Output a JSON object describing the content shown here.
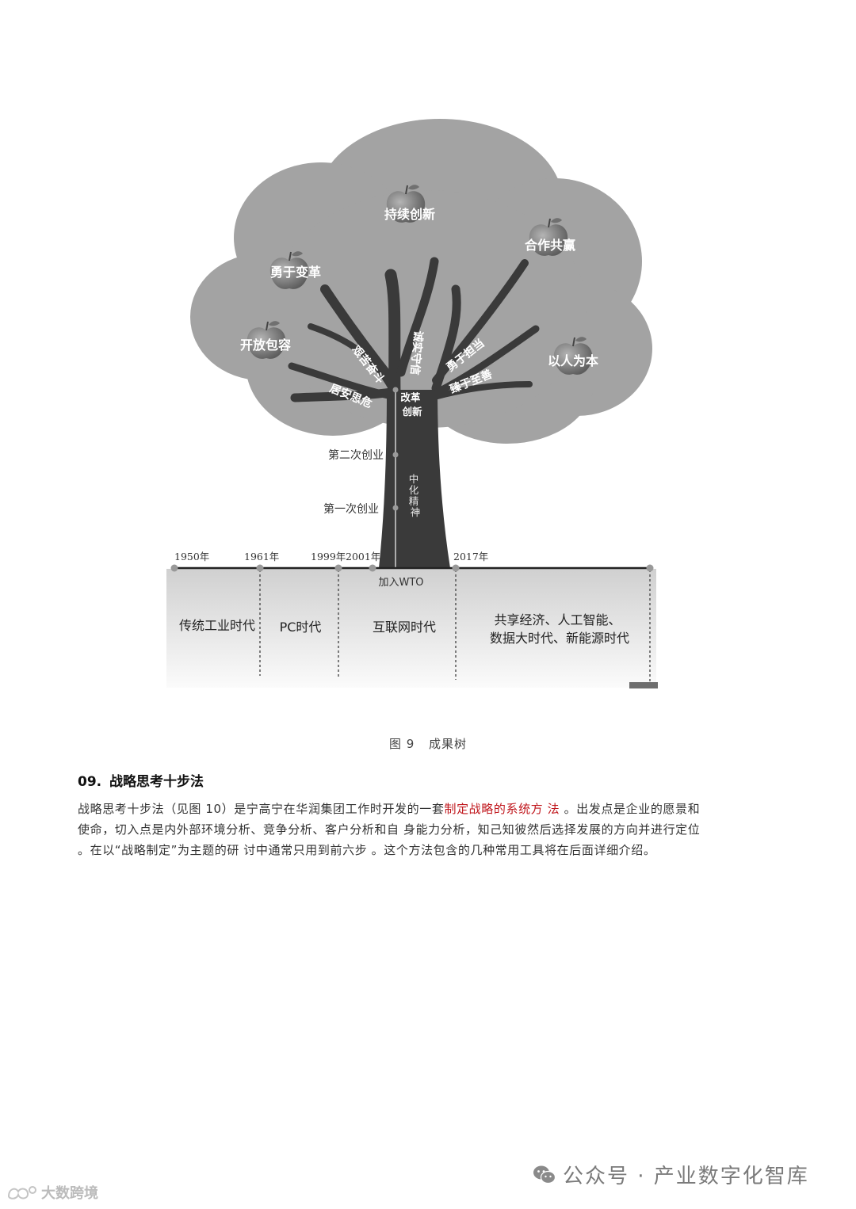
{
  "figure": {
    "apples": [
      {
        "id": "persistent-innovation",
        "label": "持续创新"
      },
      {
        "id": "cooperation",
        "label": "合作共赢"
      },
      {
        "id": "courage-change",
        "label": "勇于变革"
      },
      {
        "id": "openness",
        "label": "开放包容"
      },
      {
        "id": "people-oriented",
        "label": "以人为本"
      }
    ],
    "branches": [
      {
        "id": "hard-work",
        "label": "艰苦奋斗"
      },
      {
        "id": "crisis-awareness",
        "label": "居安思危"
      },
      {
        "id": "compliance",
        "label": "诚实守信"
      },
      {
        "id": "responsibility",
        "label": "勇于担当"
      },
      {
        "id": "excellence",
        "label": "臻于至善"
      }
    ],
    "trunk": {
      "reform": "改革\n创新",
      "spirit": "中化\n精神",
      "second_venture": "第二次创业",
      "first_venture": "第一次创业"
    },
    "timeline": {
      "years": [
        "1950年",
        "1961年",
        "1999年",
        "2001年",
        "2017年"
      ],
      "wto": "加入WTO",
      "eras": [
        {
          "id": "industrial",
          "label": "传统工业时代"
        },
        {
          "id": "pc",
          "label": "PC时代"
        },
        {
          "id": "internet",
          "label": "互联网时代"
        },
        {
          "id": "new-era",
          "label": "共享经济、人工智能、\n数据大时代、新能源时代"
        }
      ]
    }
  },
  "caption": {
    "number": "图 9",
    "title": "成果树"
  },
  "section": {
    "number": "09.",
    "title": "战略思考十步法"
  },
  "paragraph": {
    "part1": "战略思考十步法（见图 10）是宁高宁在华润集团工作时开发的一套",
    "highlight": "制定战略的系统方 法",
    "part2": " 。出发点是企业的愿景和使命，切入点是内外部环境分析、竞争分析、客户分析和自 身能力分析，知己知彼然后选择发展的方向并进行定位 。在以“战略制定”为主题的研 讨中通常只用到前六步 。这个方法包含的几种常用工具将在后面详细介绍。"
  },
  "footer": {
    "wechat": "公众号 · 产业数字化智库",
    "logo": "大数跨境"
  }
}
